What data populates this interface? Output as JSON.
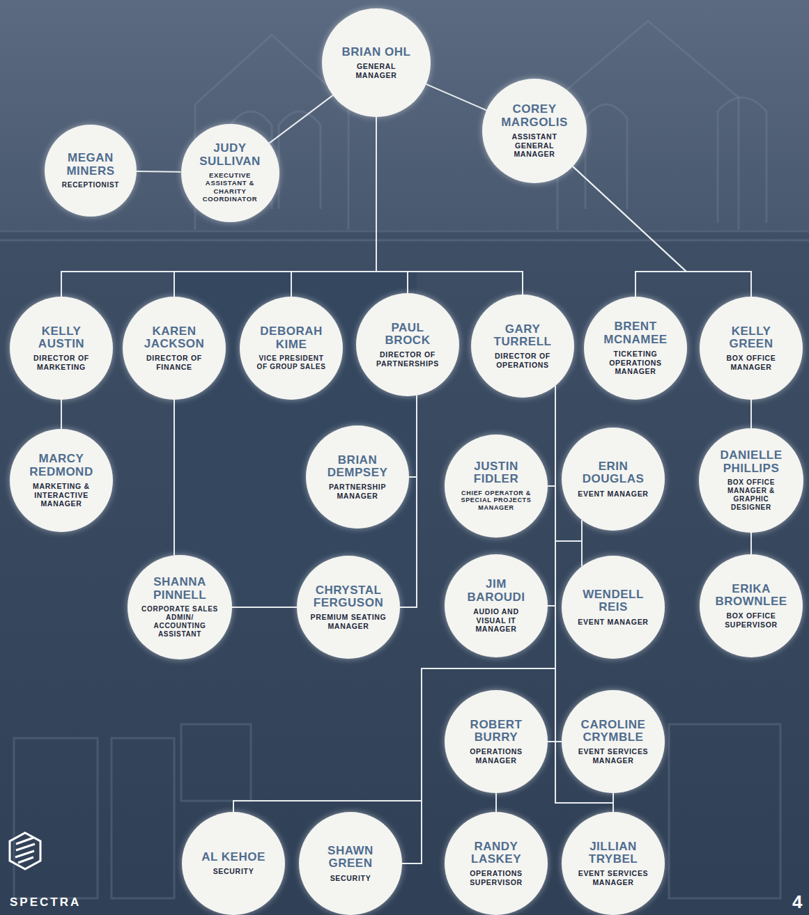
{
  "diagram": {
    "nodes": [
      {
        "text": [
          "BRIAN OHL",
          "GENERAL MANAGER"
        ]
      },
      {
        "text": [
          "COREY MARGOLIS",
          "ASSISTANT GENERAL MANAGER"
        ]
      },
      {
        "text": [
          "MEGAN MINERS",
          "RECEPTIONIST"
        ]
      },
      {
        "text": [
          "JUDY SULLIVAN",
          "EXECUTIVE ASSISTANT & CHARITY COORDINATOR"
        ]
      },
      {
        "text": [
          "KELLY AUSTIN",
          "DIRECTOR OF MARKETING"
        ]
      },
      {
        "text": [
          "KAREN JACKSON",
          "DIRECTOR OF FINANCE"
        ]
      },
      {
        "text": [
          "DEBORAH KIME",
          "VICE PRESIDENT OF GROUP SALES"
        ]
      },
      {
        "text": [
          "PAUL BROCK",
          "DIRECTOR OF PARTNERSHIPS"
        ]
      },
      {
        "text": [
          "GARY TURRELL",
          "DIRECTOR OF OPERATIONS"
        ]
      },
      {
        "text": [
          "BRENT MCNAMEE",
          "TICKETING OPERATIONS MANAGER"
        ]
      },
      {
        "text": [
          "KELLY GREEN",
          "BOX OFFICE MANAGER"
        ]
      },
      {
        "text": [
          "MARCY REDMOND",
          "MARKETING & INTERACTIVE MANAGER"
        ]
      },
      {
        "text": [
          "BRIAN DEMPSEY",
          "PARTNERSHIP MANAGER"
        ]
      },
      {
        "text": [
          "JUSTIN FIDLER",
          "CHIEF OPERATOR & SPECIAL PROJECTS MANAGER"
        ]
      },
      {
        "text": [
          "ERIN DOUGLAS",
          "EVENT MANAGER"
        ]
      },
      {
        "text": [
          "DANIELLE PHILLIPS",
          "BOX OFFICE MANAGER & GRAPHIC DESIGNER"
        ]
      },
      {
        "text": [
          "SHANNA PINNELL",
          "CORPORATE SALES ADMIN/ ACCOUNTING ASSISTANT"
        ]
      },
      {
        "text": [
          "CHRYSTAL FERGUSON",
          "PREMIUM SEATING MANAGER"
        ]
      },
      {
        "text": [
          "JIM BAROUDI",
          "AUDIO AND VISUAL IT MANAGER"
        ]
      },
      {
        "text": [
          "WENDELL REIS",
          "EVENT MANAGER"
        ]
      },
      {
        "text": [
          "ERIKA BROWNLEE",
          "BOX OFFICE SUPERVISOR"
        ]
      },
      {
        "text": [
          "ROBERT BURRY",
          "OPERATIONS MANAGER"
        ]
      },
      {
        "text": [
          "CAROLINE CRYMBLE",
          "EVENT SERVICES MANAGER"
        ]
      },
      {
        "text": [
          "AL KEHOE",
          "SECURITY"
        ]
      },
      {
        "text": [
          "SHAWN GREEN",
          "SECURITY"
        ]
      },
      {
        "text": [
          "RANDY LASKEY",
          "OPERATIONS SUPERVISOR"
        ]
      },
      {
        "text": [
          "JILLIAN TRYBEL",
          "EVENT SERVICES MANAGER"
        ]
      }
    ],
    "edges": [
      {
        "from": 0,
        "to": 1,
        "arrow": "none"
      },
      {
        "from": 0,
        "to": 3,
        "arrow": "none"
      },
      {
        "from": 3,
        "to": 2,
        "arrow": "none"
      },
      {
        "from": 0,
        "to": 4,
        "arrow": "none"
      },
      {
        "from": 0,
        "to": 5,
        "arrow": "none"
      },
      {
        "from": 0,
        "to": 6,
        "arrow": "none"
      },
      {
        "from": 0,
        "to": 7,
        "arrow": "none"
      },
      {
        "from": 0,
        "to": 8,
        "arrow": "none"
      },
      {
        "from": 1,
        "to": 9,
        "arrow": "none"
      },
      {
        "from": 1,
        "to": 10,
        "arrow": "none"
      },
      {
        "from": 4,
        "to": 11,
        "arrow": "none"
      },
      {
        "from": 5,
        "to": 16,
        "arrow": "none"
      },
      {
        "from": 16,
        "to": 17,
        "arrow": "none"
      },
      {
        "from": 7,
        "to": 12,
        "arrow": "none"
      },
      {
        "from": 7,
        "to": 17,
        "arrow": "none"
      },
      {
        "from": 8,
        "to": 13,
        "arrow": "none"
      },
      {
        "from": 8,
        "to": 14,
        "arrow": "none"
      },
      {
        "from": 8,
        "to": 19,
        "arrow": "none"
      },
      {
        "from": 8,
        "to": 18,
        "arrow": "none"
      },
      {
        "from": 8,
        "to": 21,
        "arrow": "none"
      },
      {
        "from": 8,
        "to": 22,
        "arrow": "none"
      },
      {
        "from": 8,
        "to": 23,
        "arrow": "none"
      },
      {
        "from": 8,
        "to": 24,
        "arrow": "none"
      },
      {
        "from": 8,
        "to": 26,
        "arrow": "none"
      },
      {
        "from": 21,
        "to": 25,
        "arrow": "none"
      },
      {
        "from": 22,
        "to": 26,
        "arrow": "none"
      },
      {
        "from": 10,
        "to": 15,
        "arrow": "none"
      },
      {
        "from": 15,
        "to": 20,
        "arrow": "none"
      }
    ],
    "labels": [
      "SPECTRA",
      "4"
    ]
  }
}
